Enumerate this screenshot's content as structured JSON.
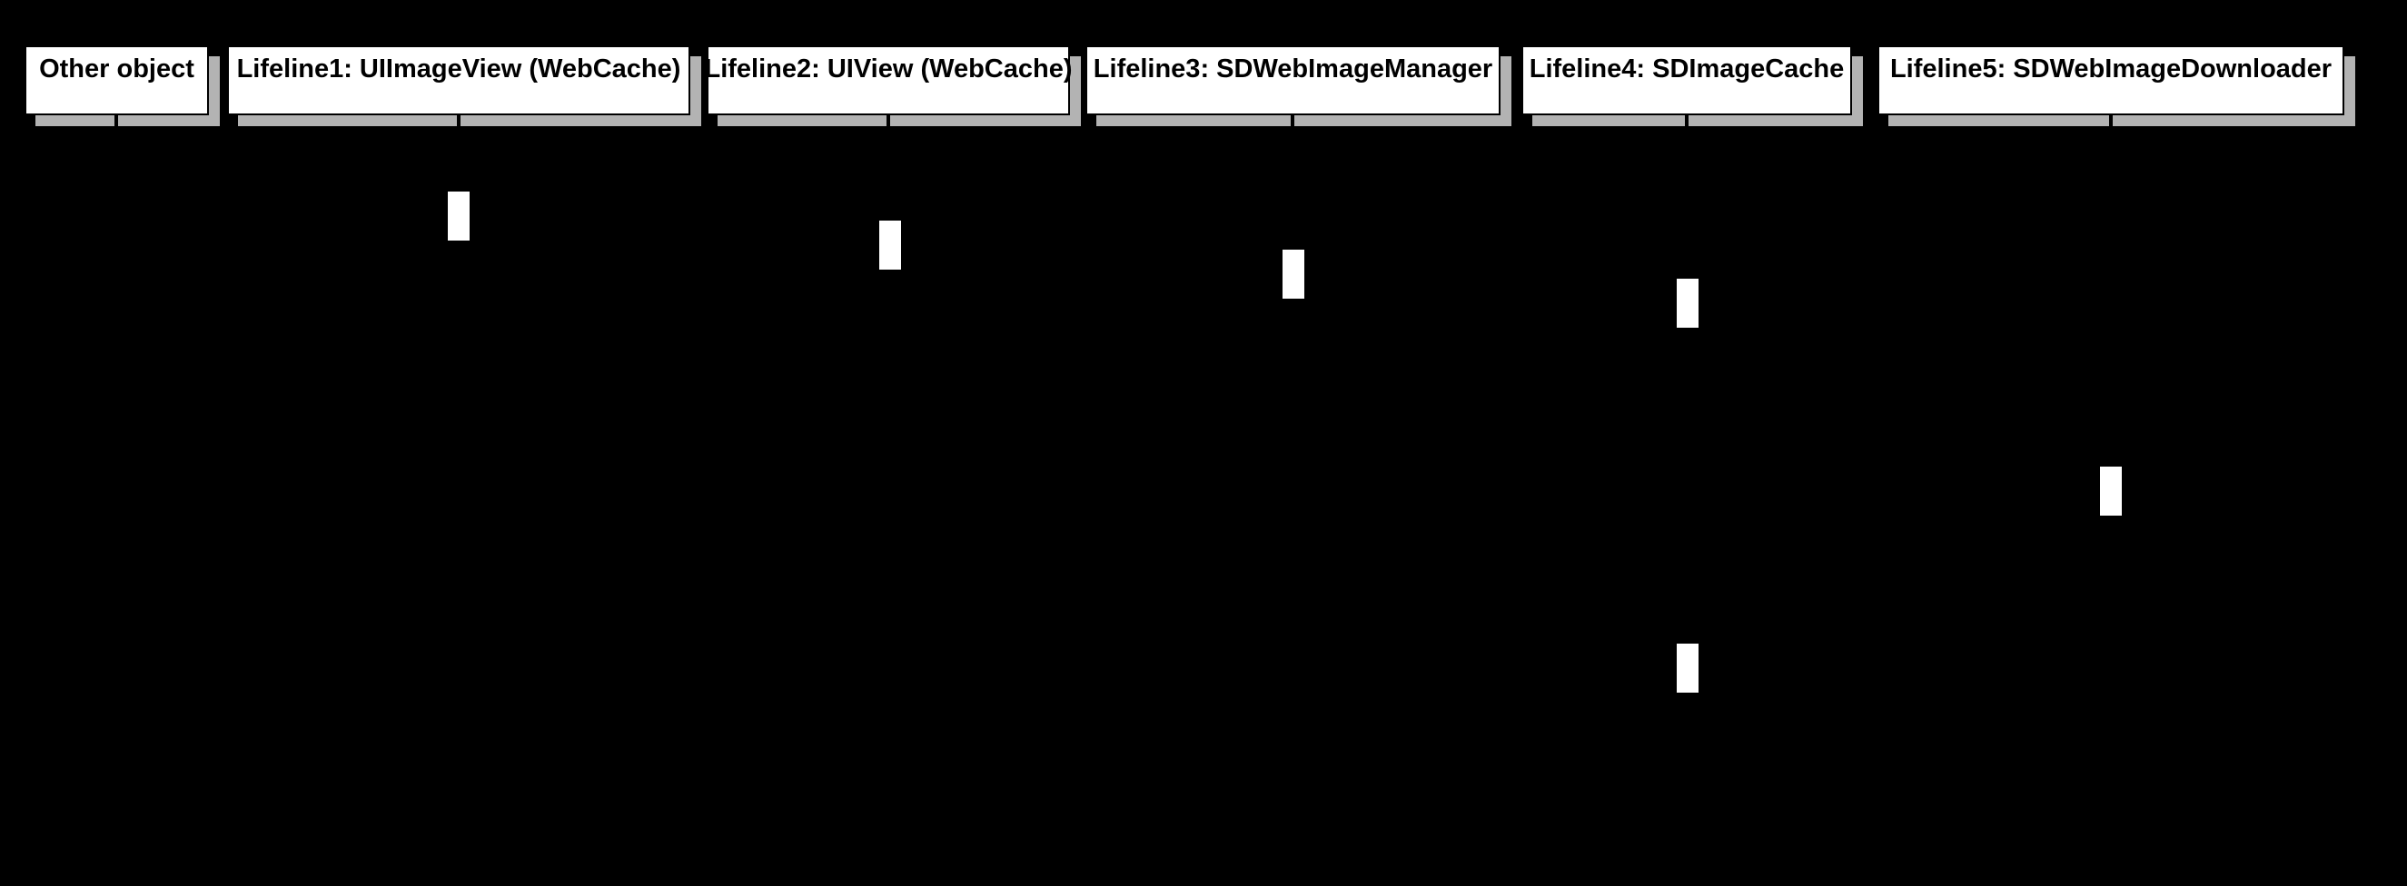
{
  "diagram": {
    "type": "uml-sequence-diagram",
    "background_color": "#000000"
  },
  "colors": {
    "lifeline_box_fill": "#ffffff",
    "lifeline_box_border": "#000000",
    "lifeline_box_text": "#000000",
    "box_shadow": "#b3b3b3",
    "activation_bar_fill": "#ffffff"
  },
  "lifelines": [
    {
      "label": "Other object"
    },
    {
      "label": "Lifeline1: UIImageView (WebCache)"
    },
    {
      "label": "Lifeline2: UIView (WebCache)"
    },
    {
      "label": "Lifeline3: SDWebImageManager"
    },
    {
      "label": "Lifeline4: SDImageCache"
    },
    {
      "label": "Lifeline5: SDWebImageDownloader"
    }
  ],
  "activations": [
    {
      "order": 1,
      "lifeline": "Lifeline1: UIImageView (WebCache)"
    },
    {
      "order": 2,
      "lifeline": "Lifeline2: UIView (WebCache)"
    },
    {
      "order": 3,
      "lifeline": "Lifeline3: SDWebImageManager"
    },
    {
      "order": 4,
      "lifeline": "Lifeline4: SDImageCache"
    },
    {
      "order": 5,
      "lifeline": "Lifeline5: SDWebImageDownloader"
    },
    {
      "order": 6,
      "lifeline": "Lifeline4: SDImageCache"
    }
  ]
}
